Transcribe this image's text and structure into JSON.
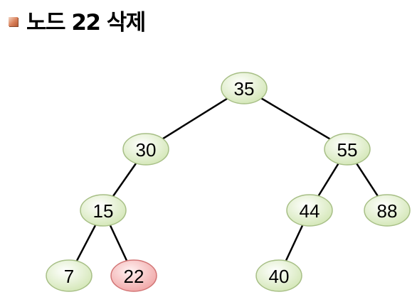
{
  "header": {
    "title": "노드 22 삭제"
  },
  "tree": {
    "root": "n35",
    "nodes": [
      {
        "id": "n35",
        "label": "35"
      },
      {
        "id": "n30",
        "label": "30"
      },
      {
        "id": "n55",
        "label": "55"
      },
      {
        "id": "n15",
        "label": "15"
      },
      {
        "id": "n44",
        "label": "44"
      },
      {
        "id": "n88",
        "label": "88"
      },
      {
        "id": "n7",
        "label": "7"
      },
      {
        "id": "n22",
        "label": "22",
        "highlighted": true
      },
      {
        "id": "n40",
        "label": "40"
      }
    ],
    "edges": [
      {
        "from": "n35",
        "to": "n30"
      },
      {
        "from": "n35",
        "to": "n55"
      },
      {
        "from": "n30",
        "to": "n15"
      },
      {
        "from": "n55",
        "to": "n44"
      },
      {
        "from": "n55",
        "to": "n88"
      },
      {
        "from": "n15",
        "to": "n7"
      },
      {
        "from": "n15",
        "to": "n22"
      },
      {
        "from": "n44",
        "to": "n40"
      }
    ]
  },
  "colors": {
    "node_fill_light": "#ffffff",
    "node_fill_dark": "#d2e6b4",
    "node_stroke": "#a7bf86",
    "highlight_fill_light": "#fff2f2",
    "highlight_fill_dark": "#f0a4a4",
    "highlight_stroke": "#d27676",
    "edge": "#000000"
  }
}
